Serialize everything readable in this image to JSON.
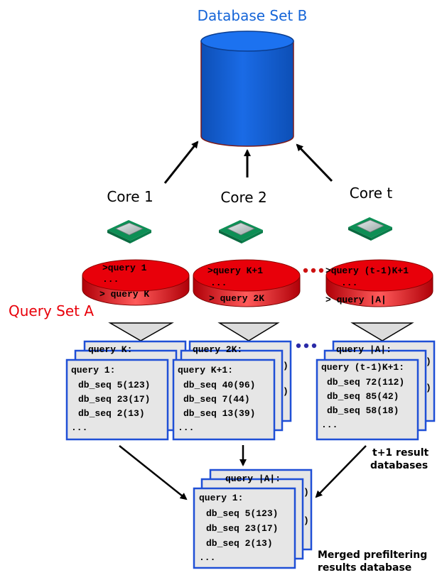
{
  "database": {
    "label": "Database Set B",
    "color": "#1565d8",
    "edge_color": "#7a1a1a"
  },
  "cores": [
    {
      "label": "Core 1"
    },
    {
      "label": "Core 2"
    },
    {
      "label": "Core t"
    }
  ],
  "query_set": {
    "label": "Query Set A",
    "color": "#e8000a",
    "disks": [
      {
        "first": ">query 1",
        "middle": "...",
        "last": "> query K"
      },
      {
        "first": ">query K+1",
        "middle": "...",
        "last": "> query 2K"
      },
      {
        "first": ">query (t-1)K+1",
        "middle": "...",
        "last": "> query |A|"
      }
    ],
    "ellipsis_color": "#cc1111"
  },
  "result_stacks": [
    {
      "back_title": "query K:",
      "title": "query 1:",
      "rows": [
        "db_seq 5(123)",
        "db_seq 23(17)",
        "db_seq 2(13)"
      ],
      "more": "..."
    },
    {
      "back_title": "query 2K:",
      "title": "query K+1:",
      "rows": [
        "db_seq 40(96)",
        "db_seq 7(44)",
        "db_seq 13(39)"
      ],
      "more": "..."
    },
    {
      "back_title": "query |A|:",
      "title": "query (t-1)K+1:",
      "rows": [
        "db_seq 72(112)",
        "db_seq 85(42)",
        "db_seq 58(18)"
      ],
      "more": "..."
    }
  ],
  "merged": {
    "back_title": "query |A|:",
    "title": "query 1:",
    "rows": [
      "db_seq 5(123)",
      "db_seq 23(17)",
      "db_seq 2(13)"
    ],
    "more": "..."
  },
  "results_ellipsis_color": "#2a2aa8",
  "side_peek": ")",
  "caption_result": [
    "t+1 result",
    "databases"
  ],
  "caption_merged": [
    "Merged prefiltering",
    "results database"
  ],
  "colors": {
    "card_fill": "#e6e6e6",
    "card_border": "#1f4fd6",
    "funnel_fill": "#dcdcdc"
  }
}
